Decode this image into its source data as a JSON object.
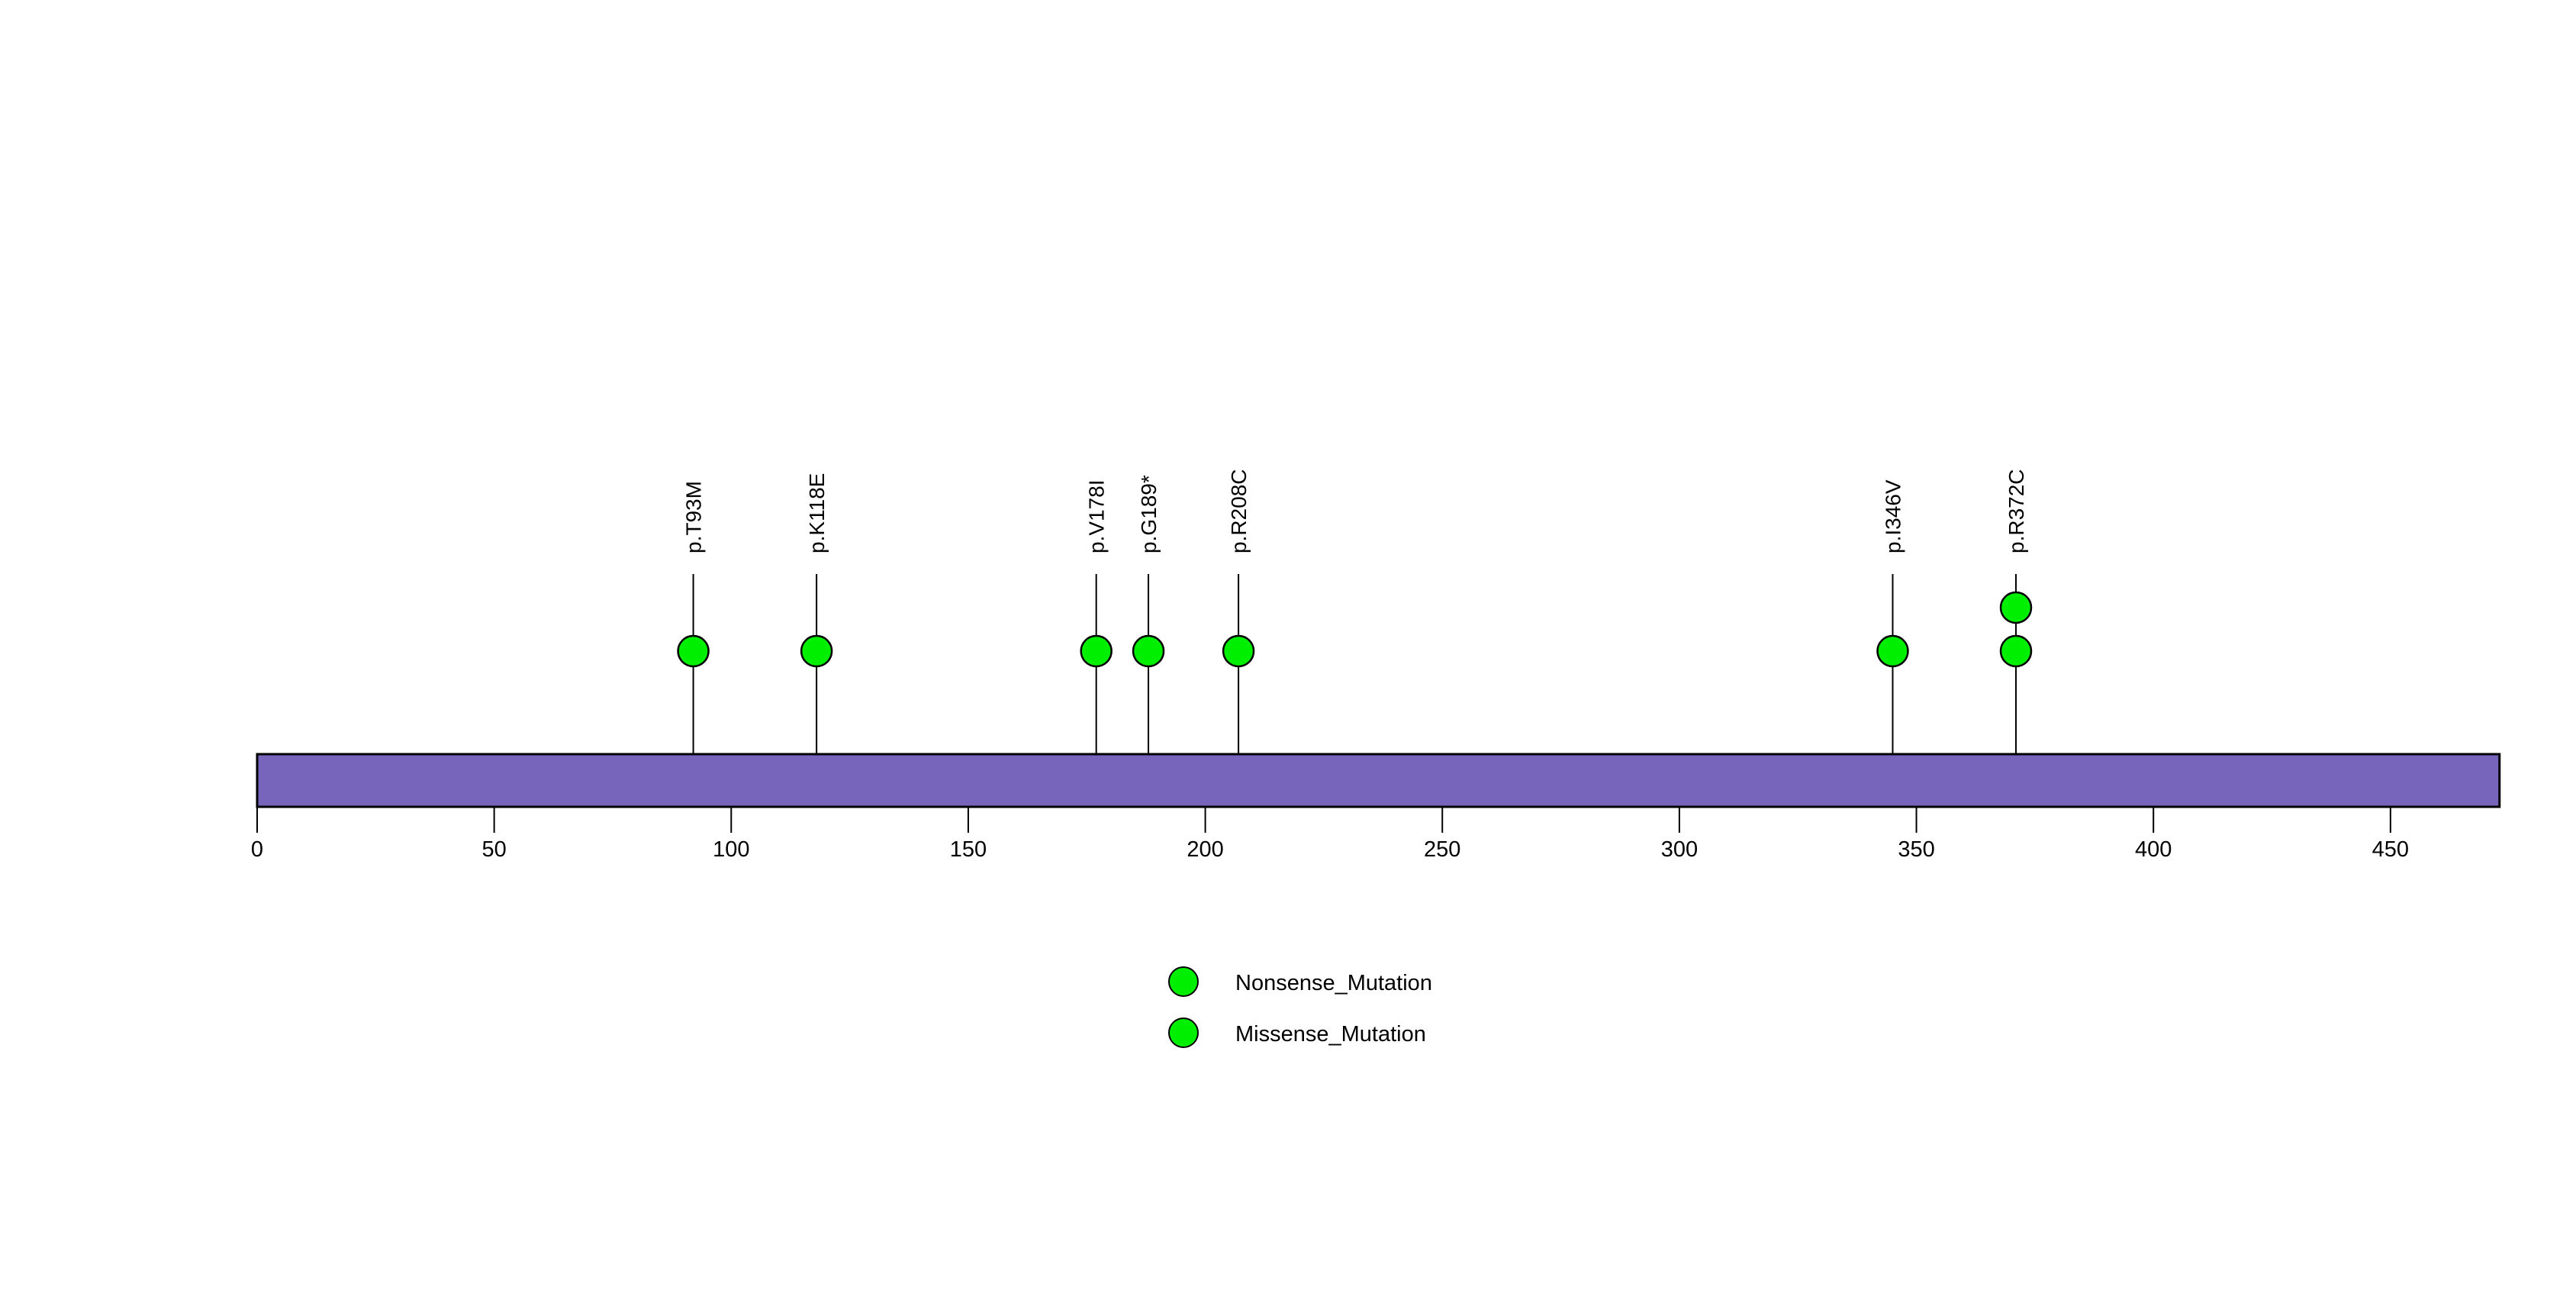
{
  "figure": {
    "type": "lollipop-plot",
    "background_color": "#FFFFFF"
  },
  "chart_data": {
    "type": "scatter",
    "title": "",
    "subtitle": "",
    "xlabel": "",
    "ylabel": "",
    "xlim": [
      0,
      473
    ],
    "grid": false,
    "axis": {
      "tick_values": [
        0,
        50,
        100,
        150,
        200,
        250,
        300,
        350,
        400,
        450
      ],
      "tick_labels": [
        "0",
        "50",
        "100",
        "150",
        "200",
        "250",
        "300",
        "350",
        "400",
        "450"
      ],
      "line_color": "#000000",
      "units": "amino acid position"
    },
    "protein_domain": {
      "name": "protein-backbone",
      "start": 0,
      "end": 473,
      "color": "#7765BC",
      "border_color": "#000000"
    },
    "markers": [
      {
        "label": "p.T93M",
        "position": 92,
        "count": 1,
        "class": "Missense_Mutation",
        "color": "#00EE00"
      },
      {
        "label": "p.K118E",
        "position": 118,
        "count": 1,
        "class": "Missense_Mutation",
        "color": "#00EE00"
      },
      {
        "label": "p.V178I",
        "position": 177,
        "count": 1,
        "class": "Missense_Mutation",
        "color": "#00EE00"
      },
      {
        "label": "p.G189*",
        "position": 188,
        "count": 1,
        "class": "Nonsense_Mutation",
        "color": "#00EE00"
      },
      {
        "label": "p.R208C",
        "position": 207,
        "count": 1,
        "class": "Missense_Mutation",
        "color": "#00EE00"
      },
      {
        "label": "p.I346V",
        "position": 345,
        "count": 1,
        "class": "Missense_Mutation",
        "color": "#00EE00"
      },
      {
        "label": "p.R372C",
        "position": 371,
        "count": 2,
        "class": "Missense_Mutation",
        "color": "#00EE00"
      }
    ],
    "legend": {
      "position": "bottom-center",
      "entries": [
        {
          "label": "Nonsense_Mutation",
          "color": "#00EE00"
        },
        {
          "label": "Missense_Mutation",
          "color": "#00EE00"
        }
      ]
    }
  }
}
